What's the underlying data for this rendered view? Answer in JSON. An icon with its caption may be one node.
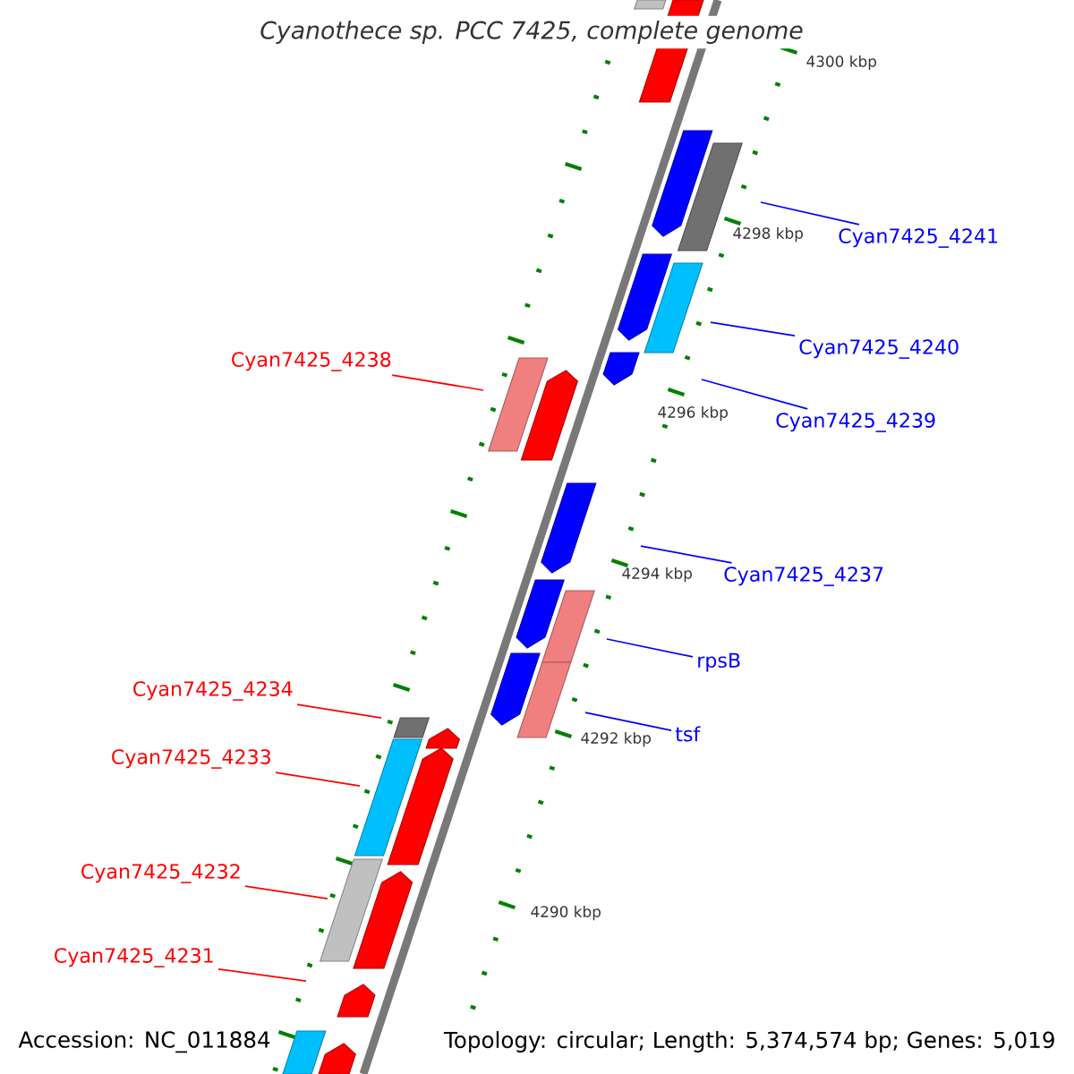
{
  "diagram": {
    "title": "Cyanothece sp. PCC 7425, complete genome",
    "nodes": [
      {
        "text": [
          "Cyan7425_4241"
        ]
      },
      {
        "text": [
          "Cyan7425_4240"
        ]
      },
      {
        "text": [
          "Cyan7425_4238"
        ]
      },
      {
        "text": [
          "Cyan7425_4239"
        ]
      },
      {
        "text": [
          "Cyan7425_4237"
        ]
      },
      {
        "text": [
          "rpsB"
        ]
      },
      {
        "text": [
          "Cyan7425_4234"
        ]
      },
      {
        "text": [
          "tsf"
        ]
      },
      {
        "text": [
          "Cyan7425_4233"
        ]
      },
      {
        "text": [
          "Cyan7425_4232"
        ]
      },
      {
        "text": [
          "Cyan7425_4231"
        ]
      }
    ],
    "edges": [
      {
        "from": 0,
        "to": null,
        "arrow": "none"
      },
      {
        "from": 1,
        "to": null,
        "arrow": "none"
      },
      {
        "from": 2,
        "to": null,
        "arrow": "none",
        "color": "#ff0000"
      },
      {
        "from": 3,
        "to": null,
        "arrow": "none"
      },
      {
        "from": 4,
        "to": null,
        "arrow": "none"
      },
      {
        "from": 5,
        "to": null,
        "arrow": "none"
      },
      {
        "from": 6,
        "to": null,
        "arrow": "none",
        "color": "#ff0000"
      },
      {
        "from": 7,
        "to": null,
        "arrow": "none"
      },
      {
        "from": 8,
        "to": null,
        "arrow": "none",
        "color": "#ff0000"
      },
      {
        "from": 9,
        "to": null,
        "arrow": "none",
        "color": "#ff0000"
      },
      {
        "from": 10,
        "to": null,
        "arrow": "none",
        "color": "#ff0000"
      }
    ],
    "labels": [
      "4300 kbp",
      "4298 kbp",
      "4296 kbp",
      "4294 kbp",
      "4292 kbp",
      "4290 kbp",
      "Accession: NC_011884",
      "Topology: circular; Length: 5,374,574 bp; Genes: 5,019"
    ]
  }
}
